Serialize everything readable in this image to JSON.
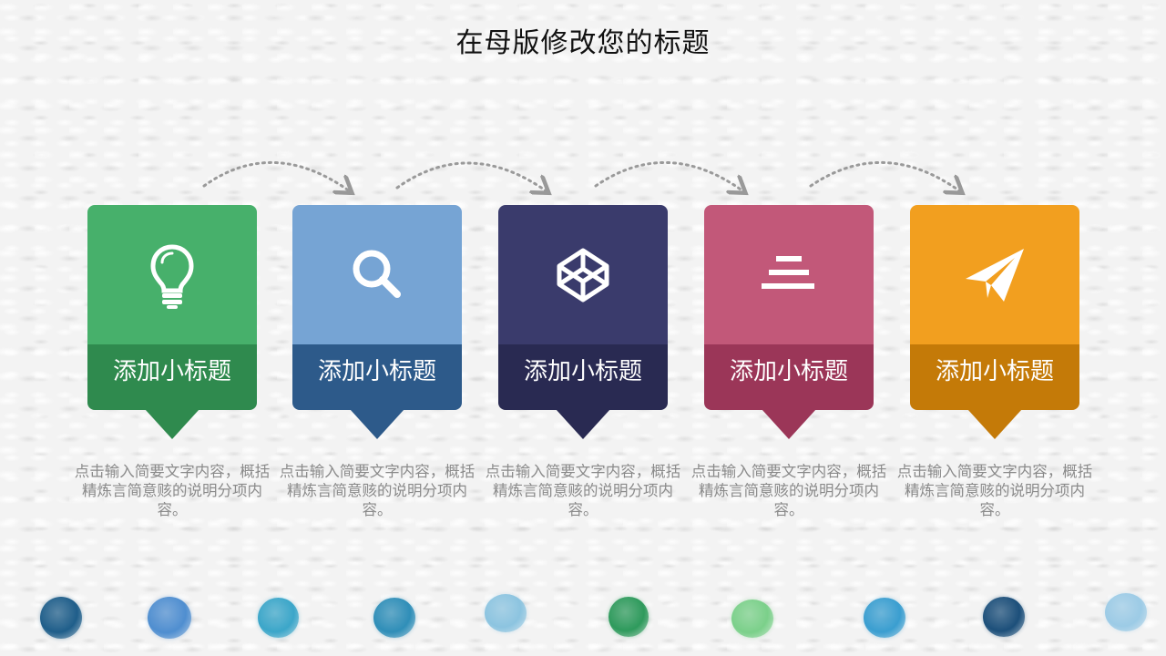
{
  "title": "在母版修改您的标题",
  "cards": [
    {
      "label": "添加小标题",
      "icon": "lightbulb-icon",
      "top_color": "#47b06b",
      "bottom_color": "#2f8a4e",
      "description": "点击输入简要文字内容，概括精炼言简意赅的说明分项内容。"
    },
    {
      "label": "添加小标题",
      "icon": "search-icon",
      "top_color": "#76a4d4",
      "bottom_color": "#2d5a8a",
      "description": "点击输入简要文字内容，概括精炼言简意赅的说明分项内容。"
    },
    {
      "label": "添加小标题",
      "icon": "codepen-cube-icon",
      "top_color": "#3a3b6c",
      "bottom_color": "#292a52",
      "description": "点击输入简要文字内容，概括精炼言简意赅的说明分项内容。"
    },
    {
      "label": "添加小标题",
      "icon": "align-center-icon",
      "top_color": "#c25879",
      "bottom_color": "#9b3658",
      "description": "点击输入简要文字内容，概括精炼言简意赅的说明分项内容。"
    },
    {
      "label": "添加小标题",
      "icon": "paper-plane-icon",
      "top_color": "#f29f1f",
      "bottom_color": "#c47a08",
      "description": "点击输入简要文字内容，概括精炼言简意赅的说明分项内容。"
    }
  ],
  "decoration": {
    "watercolor_dot_colors": [
      "#1f5e8a",
      "#4f8ed0",
      "#3ba6c9",
      "#2f8eb8",
      "#8cc4e0",
      "#2e9a5c",
      "#7bd08a",
      "#3a9ed0",
      "#1c4f7a",
      "#9ccbe6"
    ]
  }
}
